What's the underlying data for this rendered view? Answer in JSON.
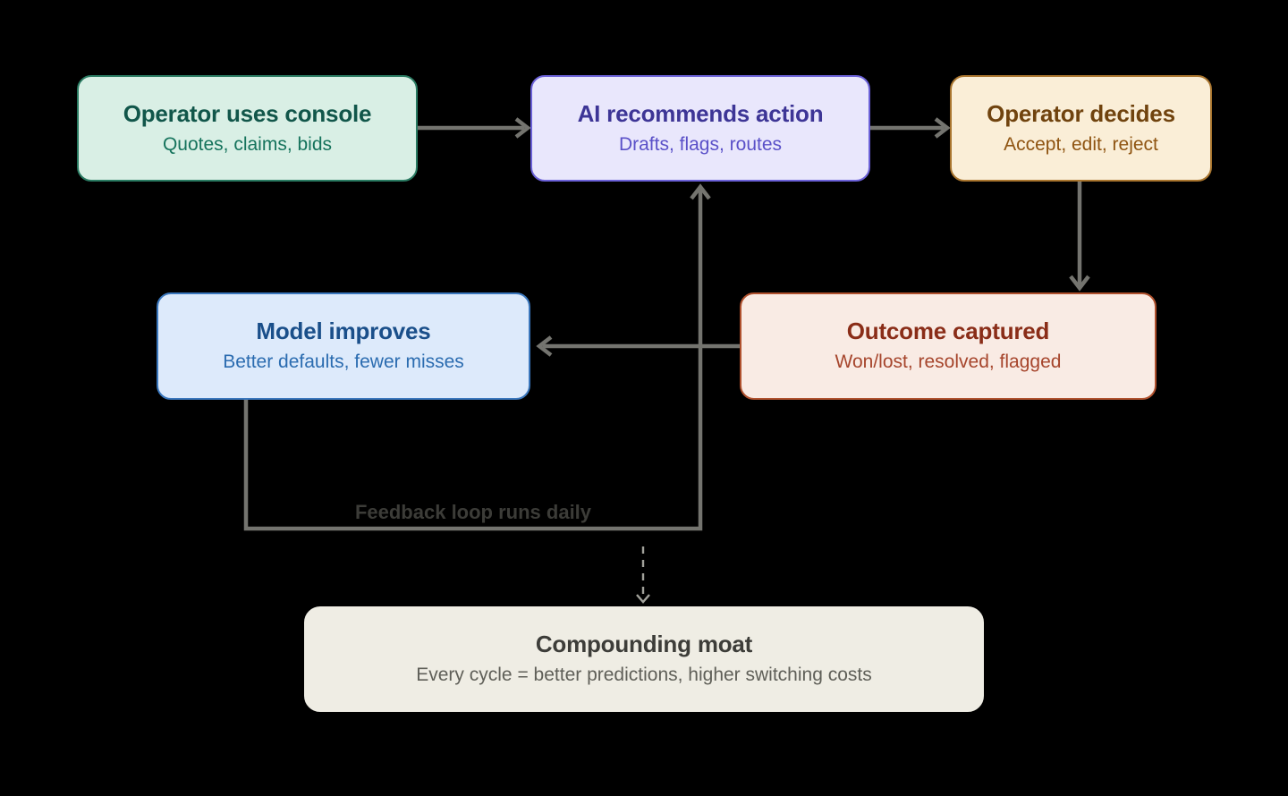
{
  "canvas": {
    "background": "#000000"
  },
  "colors": {
    "arrow": "#74746f",
    "dashed_arrow": "#a2a29b",
    "loop_label": "#3c3c38",
    "node_green_fill": "#d9efe5",
    "node_green_border": "#2a7b62",
    "node_purple_fill": "#e9e7fc",
    "node_purple_border": "#6b61d8",
    "node_tan_fill": "#faeed7",
    "node_tan_border": "#a9752e",
    "node_blue_fill": "#ddeafb",
    "node_blue_border": "#3a77bd",
    "node_red_fill": "#f9ebe4",
    "node_red_border": "#b0512e",
    "node_cream_fill": "#efede4"
  },
  "nodes": [
    {
      "id": "operator-console",
      "title": "Operator uses console",
      "subtitle": "Quotes, claims, bids"
    },
    {
      "id": "ai-recommends",
      "title": "AI recommends action",
      "subtitle": "Drafts, flags, routes"
    },
    {
      "id": "operator-decides",
      "title": "Operator decides",
      "subtitle": "Accept, edit, reject"
    },
    {
      "id": "model-improves",
      "title": "Model improves",
      "subtitle": "Better defaults, fewer misses"
    },
    {
      "id": "outcome-captured",
      "title": "Outcome captured",
      "subtitle": "Won/lost, resolved, flagged"
    },
    {
      "id": "compounding-moat",
      "title": "Compounding moat",
      "subtitle": "Every cycle = better predictions, higher switching costs"
    }
  ],
  "annotations": {
    "feedback_label": "Feedback loop runs daily"
  }
}
